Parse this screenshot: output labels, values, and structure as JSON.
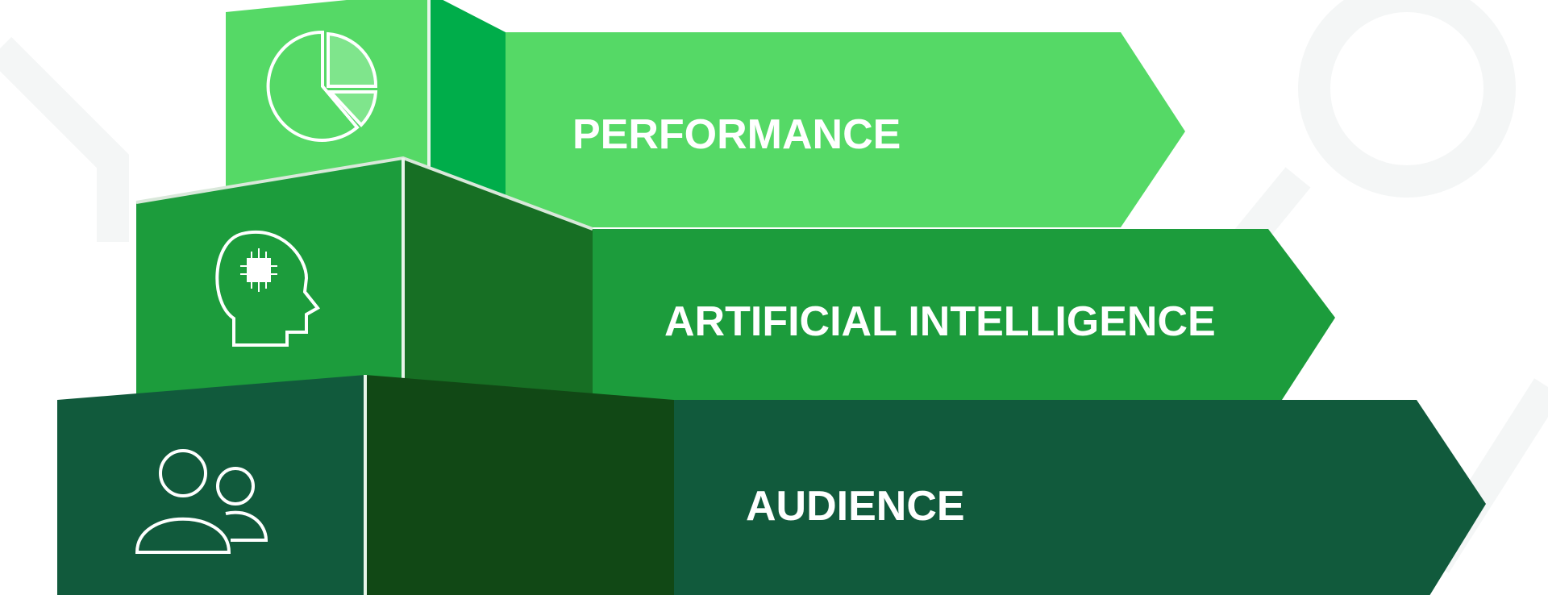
{
  "tiers": [
    {
      "label": "PERFORMANCE",
      "icon": "pie-chart-icon"
    },
    {
      "label": "ARTIFICIAL INTELLIGENCE",
      "icon": "ai-head-chip-icon"
    },
    {
      "label": "AUDIENCE",
      "icon": "people-icon"
    }
  ],
  "colors": {
    "performance": "#55d966",
    "performance_side": "#00ad4a",
    "ai": "#1c9c3c",
    "ai_side": "#176f24",
    "audience": "#115a3c",
    "audience_side": "#114815"
  }
}
